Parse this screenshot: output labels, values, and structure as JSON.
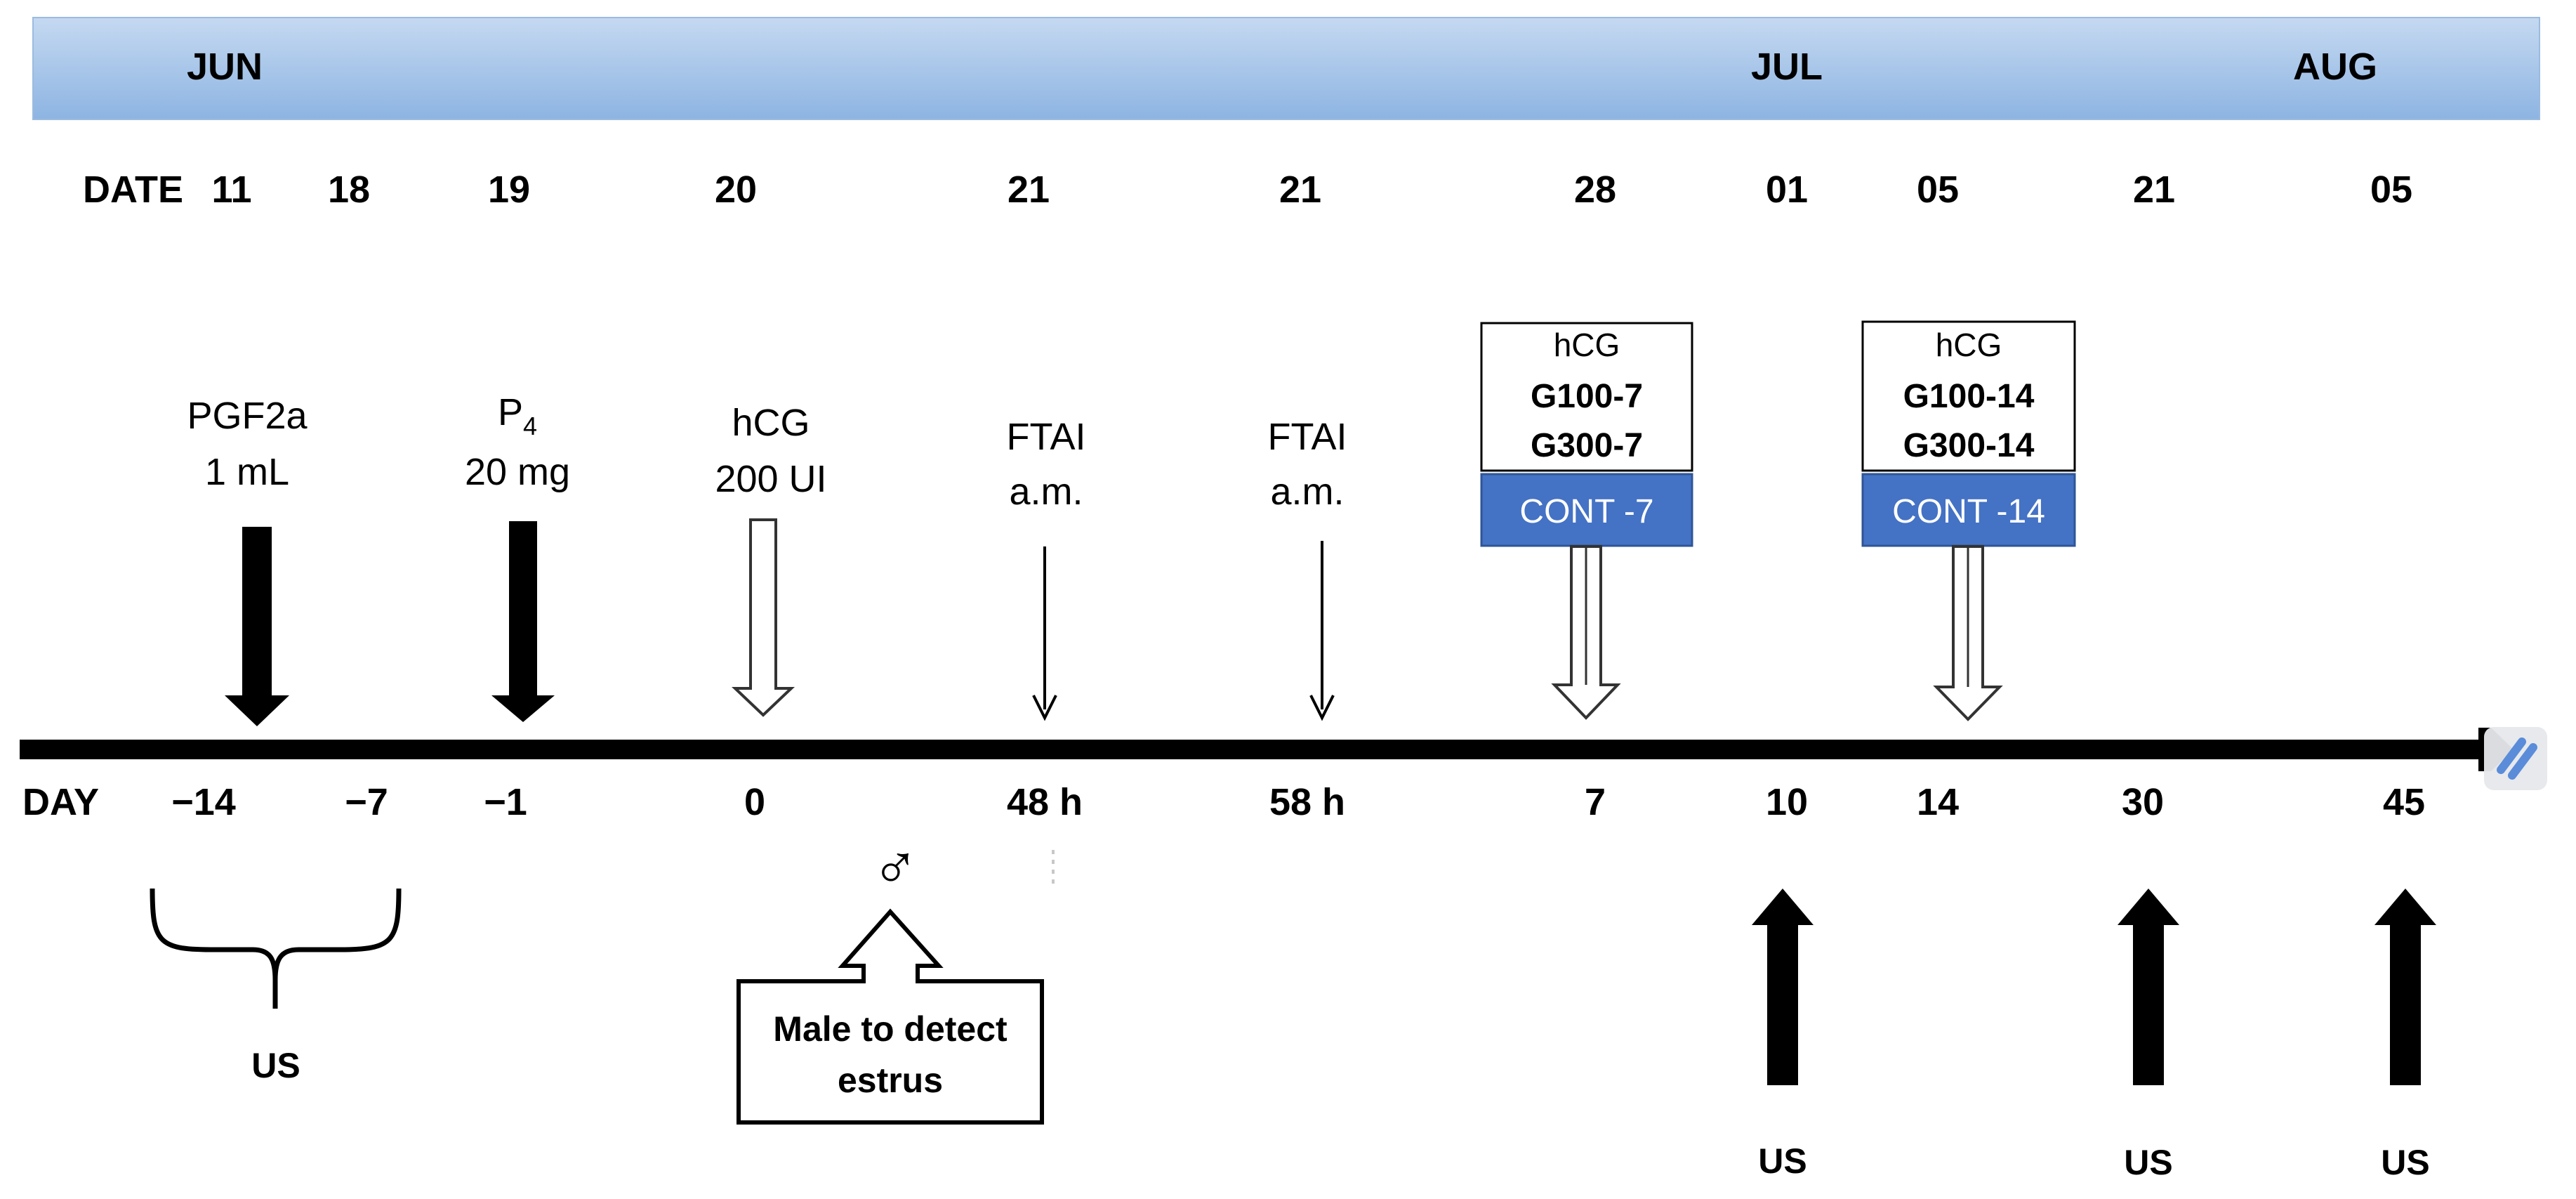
{
  "months": [
    {
      "label": "JUN"
    },
    {
      "label": "JUL"
    },
    {
      "label": "AUG"
    }
  ],
  "date_row": {
    "header": "DATE",
    "dates": [
      "11",
      "18",
      "19",
      "20",
      "21",
      "21",
      "28",
      "01",
      "05",
      "21",
      "05"
    ]
  },
  "day_row": {
    "header": "DAY",
    "days": [
      "−14",
      "−7",
      "−1",
      "0",
      "48 h",
      "58 h",
      "7",
      "10",
      "14",
      "30",
      "45"
    ]
  },
  "treatments": {
    "pgf2a": {
      "line1": "PGF2a",
      "line2": "1 mL"
    },
    "p4": {
      "base": "P",
      "sub": "4",
      "line2": "20 mg"
    },
    "hcg": {
      "line1": "hCG",
      "line2": "200 UI"
    },
    "ftai1": {
      "line1": "FTAI",
      "line2": "a.m."
    },
    "ftai2": {
      "line1": "FTAI",
      "line2": "a.m."
    }
  },
  "groups": [
    {
      "hcg": "hCG",
      "g100": "G100-7",
      "g300": "G300-7",
      "control": "CONT -7"
    },
    {
      "hcg": "hCG",
      "g100": "G100-14",
      "g300": "G300-14",
      "control": "CONT -14"
    }
  ],
  "male": {
    "symbol": "♂",
    "line1": "Male to detect",
    "line2": "estrus"
  },
  "us_labels": [
    "US",
    "US",
    "US",
    "US"
  ],
  "colors": {
    "month_bar_top": "#c5d9f1",
    "month_bar_bottom": "#8db4e2",
    "control_box": "#4472c4",
    "timeline": "#000000"
  }
}
